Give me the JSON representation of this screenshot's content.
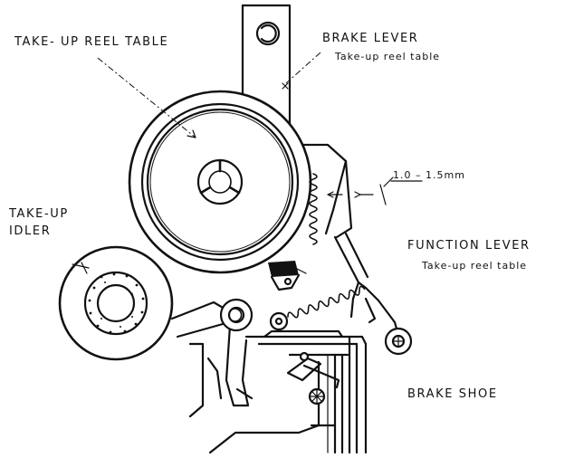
{
  "labels": {
    "takeup_reel_table": "TAKE- UP REEL TABLE",
    "brake_lever": "BRAKE LEVER",
    "brake_lever_sub": "Take-up reel table",
    "gap_dimension": "1.0 – 1.5mm",
    "takeup_idler_line1": "TAKE-UP",
    "takeup_idler_line2": "IDLER",
    "function_lever": "FUNCTION LEVER",
    "function_lever_sub": "Take-up reel table",
    "brake_shoe": "BRAKE SHOE"
  }
}
